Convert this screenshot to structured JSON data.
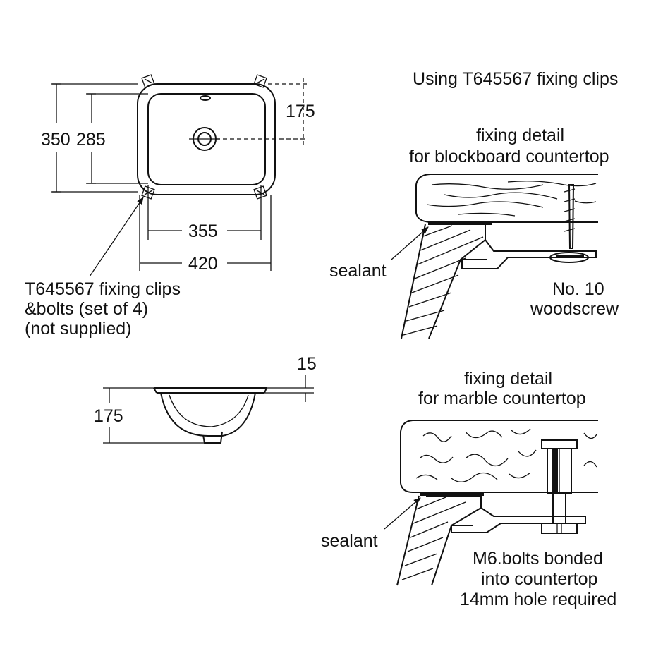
{
  "title": "Using T645567 fixing clips",
  "plan_view": {
    "dim_outer_depth": "350",
    "dim_inner_depth": "285",
    "dim_waste_offset": "175",
    "dim_inner_width": "355",
    "dim_outer_width": "420",
    "clips_note": [
      "T645567 fixing clips",
      "&bolts (set of 4)",
      "(not supplied)"
    ]
  },
  "side_view": {
    "dim_rim": "15",
    "dim_height": "175"
  },
  "blockboard_detail": {
    "heading": [
      "fixing detail",
      "for blockboard countertop"
    ],
    "sealant_label": "sealant",
    "screw_note": [
      "No. 10",
      "woodscrew"
    ]
  },
  "marble_detail": {
    "heading": [
      "fixing detail",
      "for marble countertop"
    ],
    "sealant_label": "sealant",
    "bolt_note": [
      "M6.bolts bonded",
      "into countertop",
      "14mm hole required"
    ]
  },
  "colors": {
    "line": "#111111",
    "background": "#ffffff"
  }
}
